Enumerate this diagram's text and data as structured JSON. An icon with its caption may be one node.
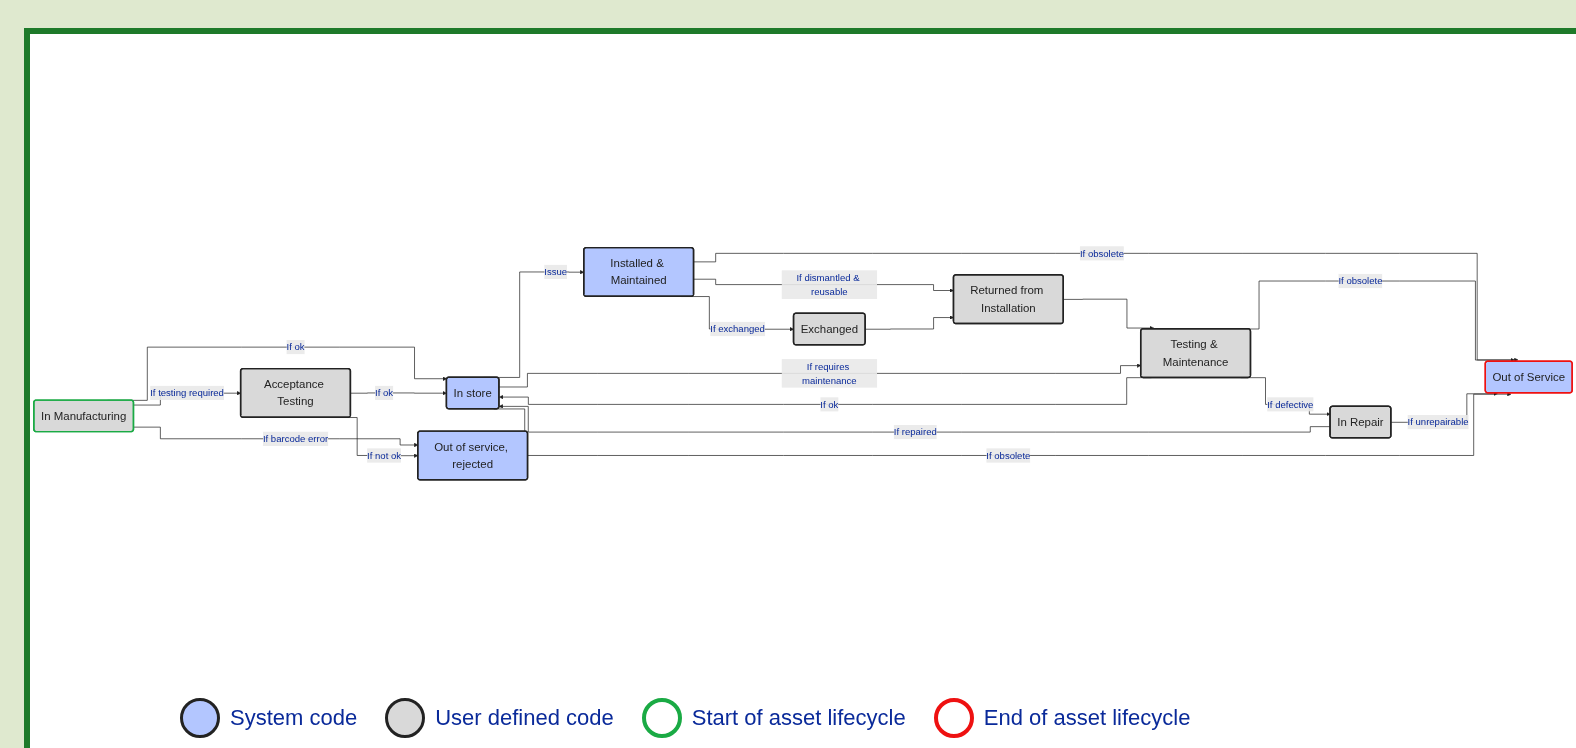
{
  "diagram": {
    "nodes": [
      {
        "text": [
          "In Manufacturing"
        ]
      },
      {
        "text": [
          "In store"
        ]
      },
      {
        "text": [
          "Installed & Maintained"
        ]
      },
      {
        "text": [
          "Acceptance Testing"
        ]
      },
      {
        "text": [
          "Returned from Installation"
        ]
      },
      {
        "text": [
          "Exchanged"
        ]
      },
      {
        "text": [
          "Out of service, rejected"
        ]
      },
      {
        "text": [
          "Testing & Maintenance"
        ]
      },
      {
        "text": [
          "In Repair"
        ]
      },
      {
        "text": [
          "Out of Service"
        ]
      }
    ],
    "edges": [
      {
        "from": 0,
        "to": 1,
        "arrow": "to",
        "label": "If ok"
      },
      {
        "from": 0,
        "to": 3,
        "arrow": "to",
        "label": "If testing required"
      },
      {
        "from": 0,
        "to": 6,
        "arrow": "to",
        "label": "If barcode error"
      },
      {
        "from": 3,
        "to": 1,
        "arrow": "to",
        "label": "If ok"
      },
      {
        "from": 3,
        "to": 6,
        "arrow": "to",
        "label": "If not ok"
      },
      {
        "from": 1,
        "to": 2,
        "arrow": "to",
        "label": "Issue"
      },
      {
        "from": 2,
        "to": 9,
        "arrow": "to",
        "label": "If obsolete"
      },
      {
        "from": 2,
        "to": 5,
        "arrow": "to",
        "label": "If exchanged"
      },
      {
        "from": 2,
        "to": 4,
        "arrow": "to",
        "label": "If dismantled & reusable"
      },
      {
        "from": 5,
        "to": 4,
        "arrow": "to"
      },
      {
        "from": 4,
        "to": 7,
        "arrow": "to"
      },
      {
        "from": 1,
        "to": 7,
        "arrow": "to",
        "label": "If requires maintenance"
      },
      {
        "from": 7,
        "to": 1,
        "arrow": "to",
        "label": "If ok"
      },
      {
        "from": 7,
        "to": 9,
        "arrow": "to",
        "label": "If obsolete"
      },
      {
        "from": 7,
        "to": 8,
        "arrow": "to",
        "label": "If defective"
      },
      {
        "from": 8,
        "to": 1,
        "arrow": "to",
        "label": "If repaired"
      },
      {
        "from": 8,
        "to": 9,
        "arrow": "to",
        "label": "If unrepairable"
      },
      {
        "from": 1,
        "to": 9,
        "arrow": "to",
        "label": "If obsolete"
      }
    ],
    "legend": [
      {
        "text": "System code",
        "color": "#b3c6ff"
      },
      {
        "text": "User defined code",
        "color": "#d9d9d9"
      },
      {
        "text": "Start of asset lifecycle",
        "color": "#1aaa44"
      },
      {
        "text": "End of asset lifecycle",
        "color": "#ee1111"
      }
    ]
  }
}
